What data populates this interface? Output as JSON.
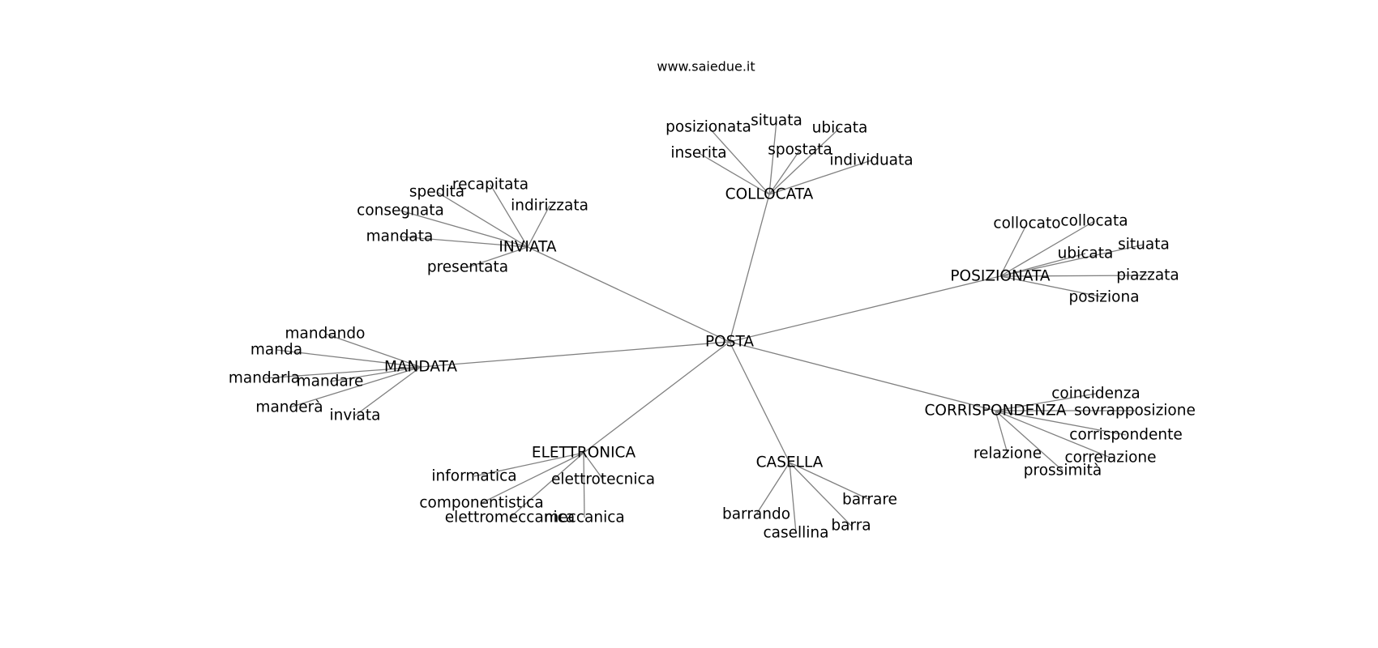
{
  "watermark": "www.saiedue.it",
  "center": "POSTA",
  "groups": [
    {
      "hub": "COLLOCATA",
      "words": [
        "posizionata",
        "situata",
        "ubicata",
        "inserita",
        "spostata",
        "individuata"
      ]
    },
    {
      "hub": "INVIATA",
      "words": [
        "recapitata",
        "spedita",
        "indirizzata",
        "consegnata",
        "mandata",
        "presentata"
      ]
    },
    {
      "hub": "POSIZIONATA",
      "words": [
        "collocato",
        "collocata",
        "situata",
        "ubicata",
        "piazzata",
        "posiziona"
      ]
    },
    {
      "hub": "MANDATA",
      "words": [
        "mandando",
        "manda",
        "mandarla",
        "mandare",
        "manderà",
        "inviata"
      ]
    },
    {
      "hub": "CORRISPONDENZA",
      "words": [
        "coincidenza",
        "sovrapposizione",
        "corrispondente",
        "relazione",
        "correlazione",
        "prossimità"
      ]
    },
    {
      "hub": "CASELLA",
      "words": [
        "barrare",
        "barrando",
        "barra",
        "casellina"
      ]
    },
    {
      "hub": "ELETTRONICA",
      "words": [
        "informatica",
        "elettrotecnica",
        "componentistica",
        "elettromeccanica",
        "meccanica"
      ]
    }
  ],
  "colors": {
    "edge": "#808080",
    "text": "#000000",
    "background": "#ffffff"
  }
}
